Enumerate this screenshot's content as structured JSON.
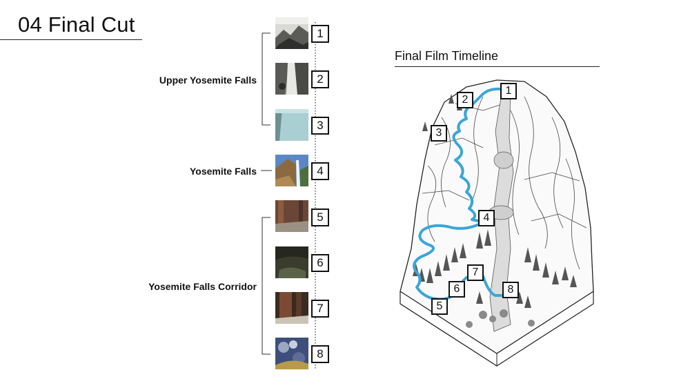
{
  "header": {
    "title": "04 Final Cut"
  },
  "map": {
    "title": "Final Film Timeline"
  },
  "groups": [
    {
      "label": "Upper Yosemite Falls",
      "shots": [
        1,
        2,
        3
      ]
    },
    {
      "label": "Yosemite Falls",
      "shots": [
        4
      ]
    },
    {
      "label": "Yosemite Falls Corridor",
      "shots": [
        5,
        6,
        7,
        8
      ]
    }
  ],
  "shots": [
    {
      "number": "1",
      "image": "snowy-cliff-thumbnail"
    },
    {
      "number": "2",
      "image": "rocky-waterfall-thumbnail"
    },
    {
      "number": "3",
      "image": "misty-water-thumbnail"
    },
    {
      "number": "4",
      "image": "waterfall-cliff-thumbnail"
    },
    {
      "number": "5",
      "image": "forest-road-thumbnail"
    },
    {
      "number": "6",
      "image": "dark-forest-thumbnail"
    },
    {
      "number": "7",
      "image": "tree-trunk-thumbnail"
    },
    {
      "number": "8",
      "image": "rocky-creek-thumbnail"
    }
  ],
  "map_markers": [
    "1",
    "2",
    "3",
    "4",
    "5",
    "6",
    "7",
    "8"
  ],
  "colors": {
    "route": "#3aa6d8",
    "ink": "#111111"
  }
}
